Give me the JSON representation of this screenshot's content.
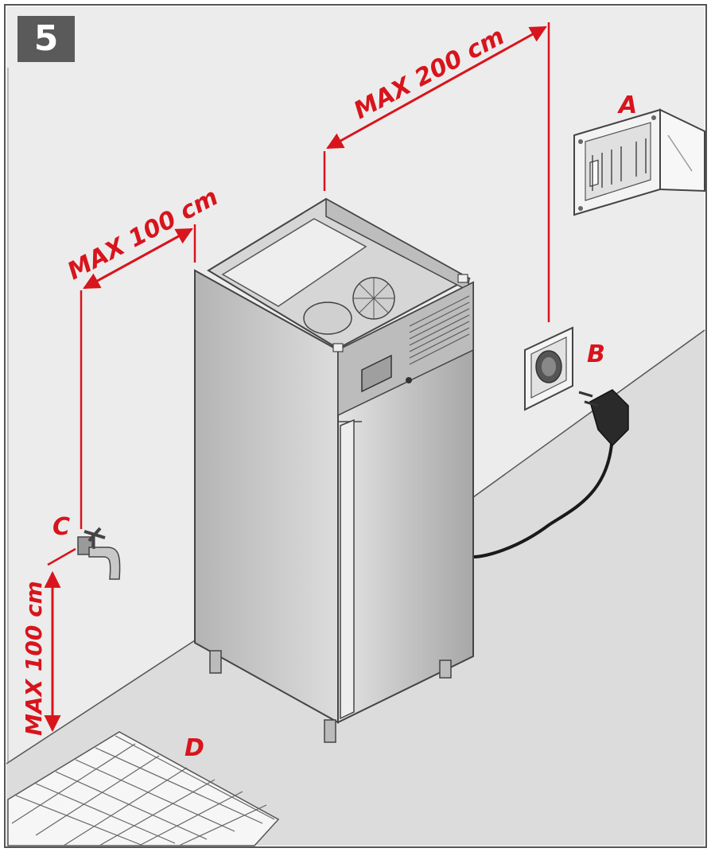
{
  "step_number": "5",
  "labels": {
    "electrical_panel": "A",
    "power_socket": "B",
    "water_tap": "C",
    "floor_drain": "D"
  },
  "dimensions": {
    "socket_distance": "MAX 200 cm",
    "tap_horizontal_distance": "MAX 100 cm",
    "tap_height": "MAX 100 cm"
  },
  "colors": {
    "accent": "#d8141c",
    "badge": "#5a5a5a",
    "wall": "#ececec",
    "floor": "#dcdcdc"
  }
}
